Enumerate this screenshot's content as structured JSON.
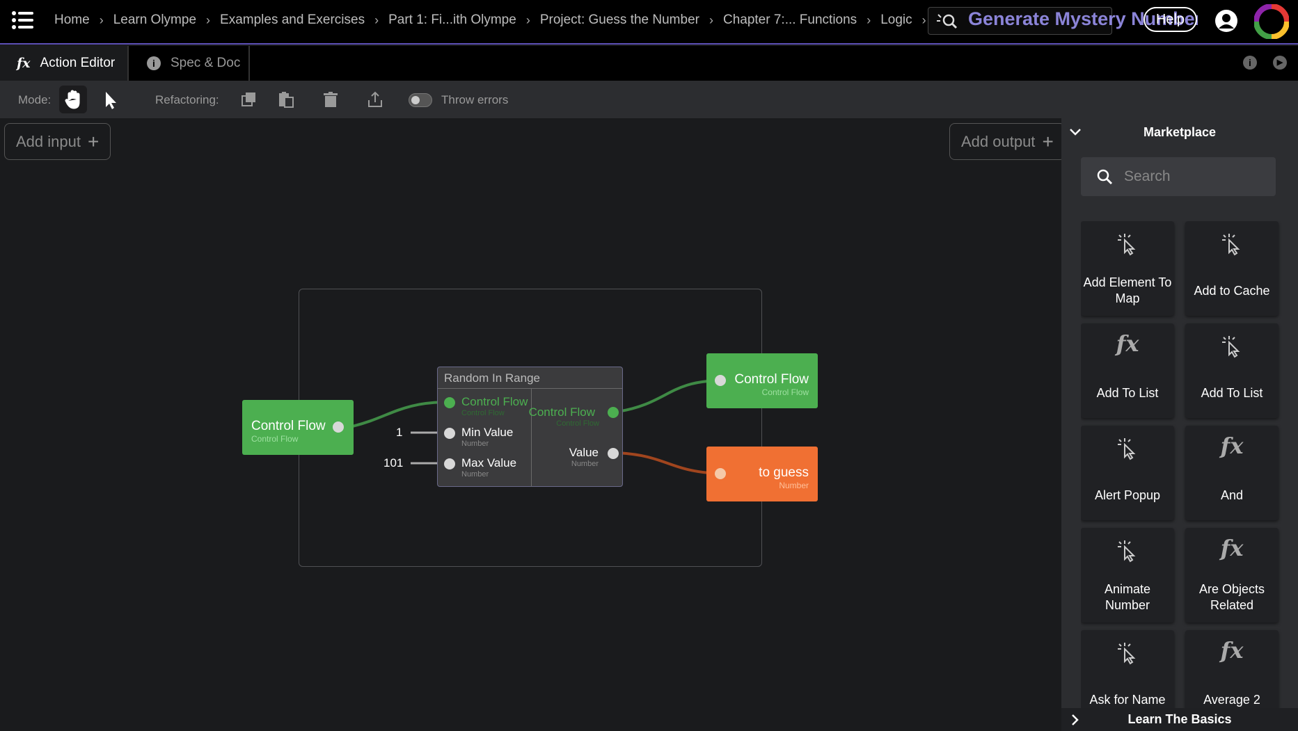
{
  "breadcrumbs": [
    "Home",
    "Learn Olympe",
    "Examples and Exercises",
    "Part 1: Fi...ith Olympe",
    "Project: Guess the Number",
    "Chapter 7:... Functions",
    "Logic"
  ],
  "header": {
    "title": "Generate Mystery Number",
    "help_label": "Help"
  },
  "tabs": [
    {
      "label": "Action Editor",
      "icon": "fx-icon"
    },
    {
      "label": "Spec & Doc",
      "icon": "info-icon"
    }
  ],
  "toolbar": {
    "mode_label": "Mode:",
    "refactoring_label": "Refactoring:",
    "throw_errors_label": "Throw errors",
    "throw_errors_enabled": false
  },
  "canvas": {
    "add_input_label": "Add input",
    "add_output_label": "Add output",
    "input_node": {
      "title": "Control Flow",
      "subtitle": "Control Flow"
    },
    "random_node": {
      "title": "Random In Range",
      "inputs": [
        {
          "label": "Control Flow",
          "type": "Control Flow"
        },
        {
          "label": "Min Value",
          "type": "Number",
          "const": "1"
        },
        {
          "label": "Max Value",
          "type": "Number",
          "const": "101"
        }
      ],
      "outputs": [
        {
          "label": "Control Flow",
          "type": "Control Flow"
        },
        {
          "label": "Value",
          "type": "Number"
        }
      ]
    },
    "output_cf_node": {
      "title": "Control Flow",
      "subtitle": "Control Flow"
    },
    "output_guess_node": {
      "title": "to guess",
      "subtitle": "Number"
    }
  },
  "marketplace": {
    "title": "Marketplace",
    "search_placeholder": "Search",
    "items": [
      {
        "label": "Add Element To Map",
        "icon": "cursor-click-icon"
      },
      {
        "label": "Add to Cache",
        "icon": "cursor-click-icon"
      },
      {
        "label": "Add To List",
        "icon": "fx-icon"
      },
      {
        "label": "Add To List",
        "icon": "cursor-click-icon"
      },
      {
        "label": "Alert Popup",
        "icon": "cursor-click-icon"
      },
      {
        "label": "And",
        "icon": "fx-icon"
      },
      {
        "label": "Animate Number",
        "icon": "cursor-click-icon"
      },
      {
        "label": "Are Objects Related",
        "icon": "fx-icon"
      },
      {
        "label": "Ask for Name",
        "icon": "cursor-click-icon"
      },
      {
        "label": "Average 2",
        "icon": "fx-icon"
      }
    ],
    "footer_label": "Learn The Basics"
  },
  "colors": {
    "accent": "#5b4fb5",
    "control_flow": "#4caf50",
    "number_output": "#f07033",
    "title": "#8b84d8"
  }
}
